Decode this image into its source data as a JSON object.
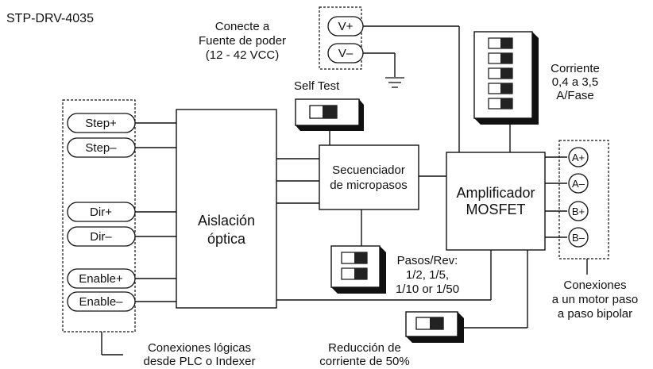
{
  "model": "STP-DRV-4035",
  "power": {
    "caption": [
      "Conecte a",
      "Fuente de poder",
      "(12 - 42 VCC)"
    ],
    "terminals": [
      "V+",
      "V–"
    ]
  },
  "self_test_label": "Self Test",
  "current": {
    "caption": [
      "Corriente",
      "0,4 a 3,5",
      "A/Fase"
    ]
  },
  "logic_inputs": [
    "Step+",
    "Step–",
    "Dir+",
    "Dir–",
    "Enable+",
    "Enable–"
  ],
  "logic_caption": [
    "Conexiones lógicas",
    "desde PLC o Indexer"
  ],
  "isolation": [
    "Aislación",
    "óptica"
  ],
  "sequencer": [
    "Secuenciador",
    "de micropasos"
  ],
  "amplifier": [
    "Amplificador",
    "MOSFET"
  ],
  "motor_terminals": [
    "A+",
    "A–",
    "B+",
    "B–"
  ],
  "motor_caption": [
    "Conexiones",
    "a un motor paso",
    "a paso bipolar"
  ],
  "steps": {
    "caption": [
      "Pasos/Rev:",
      "1/2, 1/5,",
      "1/10 or 1/50"
    ]
  },
  "reduction": {
    "caption": [
      "Reducción de",
      "corriente de 50%"
    ]
  }
}
